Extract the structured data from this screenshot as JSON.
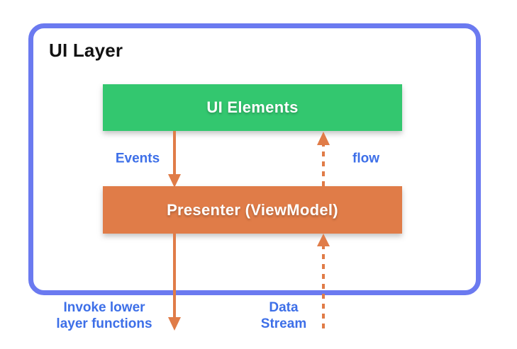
{
  "diagram": {
    "title": "UI Layer",
    "ui_elements_box": {
      "label": "UI Elements",
      "fill": "#33C76F"
    },
    "presenter_box": {
      "label": "Presenter (ViewModel)",
      "fill": "#E07C48"
    },
    "arrows": [
      {
        "name": "events-arrow",
        "style": "solid",
        "direction": "down",
        "label": "Events"
      },
      {
        "name": "flow-arrow",
        "style": "dashed",
        "direction": "up",
        "label": "flow"
      },
      {
        "name": "invoke-lower-arrow",
        "style": "solid",
        "direction": "down",
        "label_line1": "Invoke lower",
        "label_line2": "layer functions"
      },
      {
        "name": "data-stream-arrow",
        "style": "dashed",
        "direction": "up",
        "label_line1": "Data",
        "label_line2": "Stream"
      }
    ],
    "colors": {
      "frame_border": "#6B7AF0",
      "label_blue": "#3D6FE8",
      "box_green": "#33C76F",
      "box_orange": "#E07C48",
      "arrow_orange": "#E07C48",
      "title_black": "#121212",
      "background": "#FFFFFF"
    }
  }
}
